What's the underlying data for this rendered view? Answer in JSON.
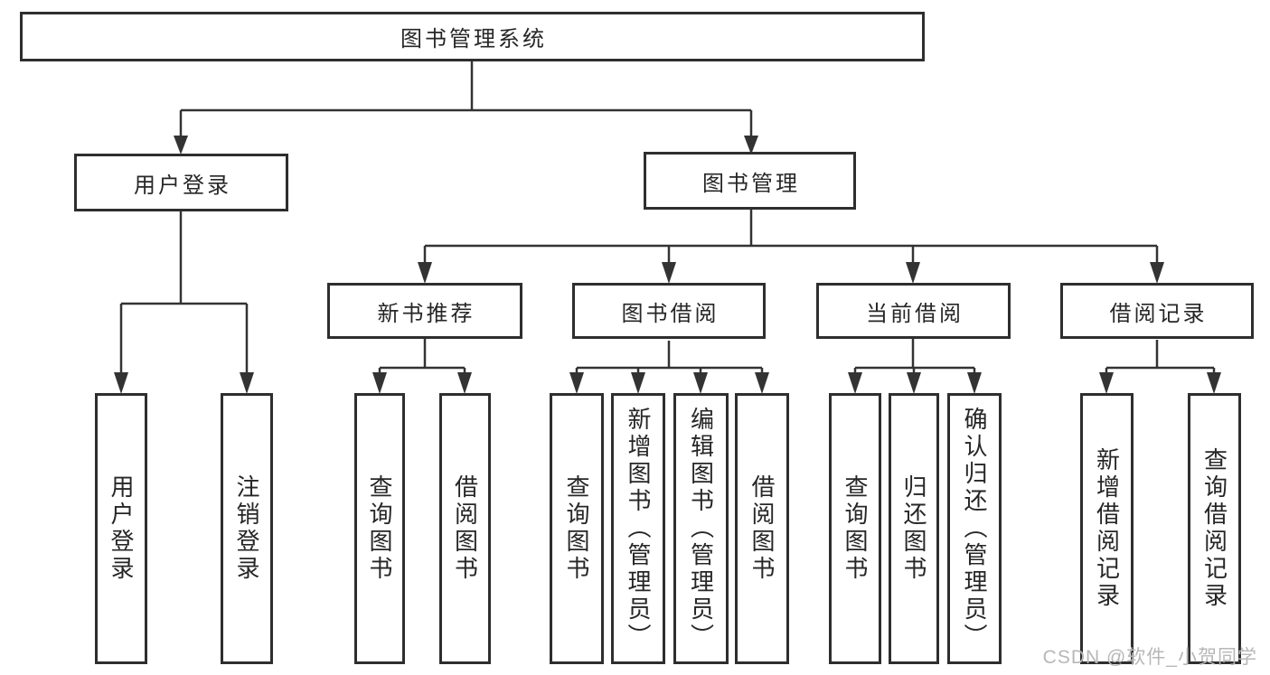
{
  "diagram": {
    "title": "图书管理系统",
    "level1": [
      {
        "label": "用户登录"
      },
      {
        "label": "图书管理"
      }
    ],
    "level2": [
      {
        "label": "新书推荐"
      },
      {
        "label": "图书借阅"
      },
      {
        "label": "当前借阅"
      },
      {
        "label": "借阅记录"
      }
    ],
    "groups": [
      {
        "parent": "用户登录",
        "items": [
          {
            "label": "用户登录"
          },
          {
            "label": "注销登录"
          }
        ]
      },
      {
        "parent": "新书推荐",
        "items": [
          {
            "label": "查询图书"
          },
          {
            "label": "借阅图书"
          }
        ]
      },
      {
        "parent": "图书借阅",
        "items": [
          {
            "label": "查询图书"
          },
          {
            "label": "新增图书（管理员）"
          },
          {
            "label": "编辑图书（管理员）"
          },
          {
            "label": "借阅图书"
          }
        ]
      },
      {
        "parent": "当前借阅",
        "items": [
          {
            "label": "查询图书"
          },
          {
            "label": "归还图书"
          },
          {
            "label": "确认归还（管理员）"
          }
        ]
      },
      {
        "parent": "借阅记录",
        "items": [
          {
            "label": "新增借阅记录"
          },
          {
            "label": "查询借阅记录"
          }
        ]
      }
    ],
    "watermark": "CSDN @软件_小贺同学",
    "colors": {
      "line": "#333333",
      "border": "#2e2e2e",
      "text": "#262626",
      "watermark": "#b7b7b7",
      "background": "#ffffff"
    }
  }
}
